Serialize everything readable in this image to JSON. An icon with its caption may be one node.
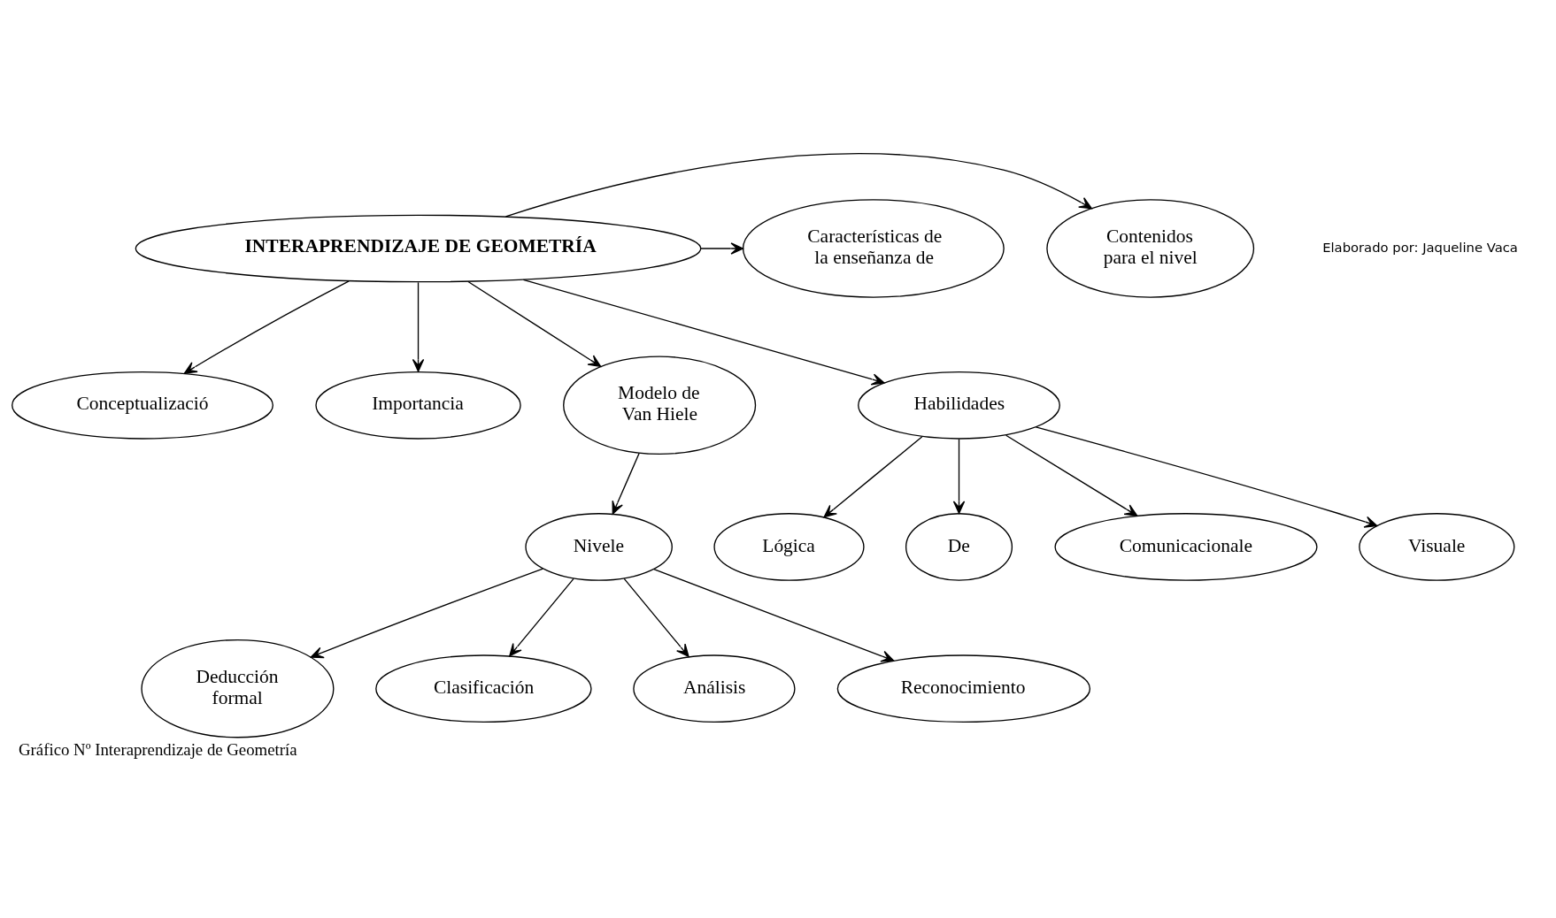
{
  "diagram": {
    "caption": "Gráfico Nº Interaprendizaje de Geometría",
    "nodes": [
      {
        "text": [
          "INTERAPRENDIZAJE DE GEOMETRÍA"
        ]
      },
      {
        "text": [
          "Conceptualizació"
        ]
      },
      {
        "text": [
          "Importancia"
        ]
      },
      {
        "text": [
          "Contenidos para el nivel"
        ]
      },
      {
        "text": [
          "Características de la enseñanza de"
        ]
      },
      {
        "text": [
          "Deducción formal"
        ]
      },
      {
        "text": [
          "Clasificación"
        ]
      },
      {
        "text": [
          "Nivele"
        ]
      },
      {
        "text": [
          "Modelo de Van Hiele"
        ]
      },
      {
        "text": [
          "Habilidades"
        ]
      },
      {
        "text": [
          "Análisis"
        ]
      },
      {
        "text": [
          "Reconocimiento"
        ]
      },
      {
        "text": [
          "Lógica"
        ]
      },
      {
        "text": [
          "De"
        ]
      },
      {
        "text": [
          "Comunicacionale"
        ]
      },
      {
        "text": [
          "Visuale"
        ]
      }
    ],
    "edges": [
      {
        "from": 0,
        "to": 1,
        "arrow": "to"
      },
      {
        "from": 0,
        "to": 2,
        "arrow": "to"
      },
      {
        "from": 0,
        "to": 3,
        "arrow": "to"
      },
      {
        "from": 0,
        "to": 4,
        "arrow": "to"
      },
      {
        "from": 0,
        "to": 8,
        "arrow": "to"
      },
      {
        "from": 0,
        "to": 9,
        "arrow": "to"
      },
      {
        "from": 8,
        "to": 7,
        "arrow": "to"
      },
      {
        "from": 7,
        "to": 5,
        "arrow": "to"
      },
      {
        "from": 7,
        "to": 6,
        "arrow": "to"
      },
      {
        "from": 7,
        "to": 10,
        "arrow": "to"
      },
      {
        "from": 7,
        "to": 11,
        "arrow": "to"
      },
      {
        "from": 9,
        "to": 12,
        "arrow": "to"
      },
      {
        "from": 9,
        "to": 13,
        "arrow": "to"
      },
      {
        "from": 9,
        "to": 14,
        "arrow": "to"
      },
      {
        "from": 9,
        "to": 15,
        "arrow": "to"
      }
    ],
    "labels": [
      "Elaborado por: Jaqueline Vaca"
    ]
  }
}
